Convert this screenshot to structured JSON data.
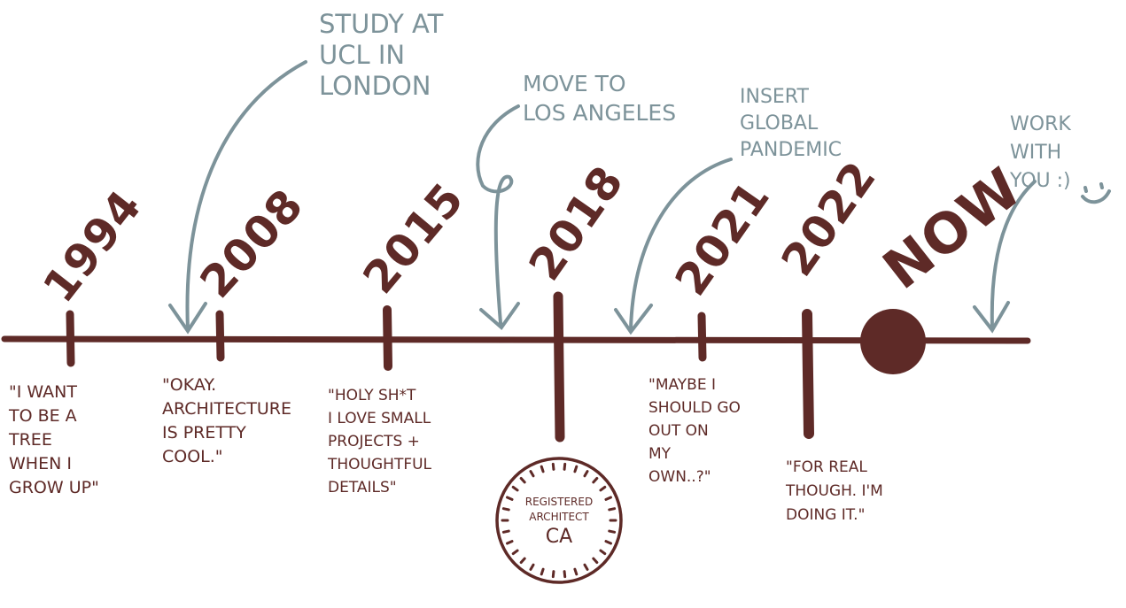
{
  "colors": {
    "primary": "#5e2a27",
    "annotation": "#7d939a"
  },
  "milestones": [
    {
      "year": "1994",
      "quote": "\"I want\nto be a\ntree\nwhen I\ngrow up\""
    },
    {
      "year": "2008",
      "quote": "\"Okay.\nArchitecture\nis pretty\ncool.\""
    },
    {
      "year": "2015",
      "quote": "\"Holy sh*t\nI love small\nprojects +\nthoughtful\ndetails\""
    },
    {
      "year": "2018",
      "stamp": {
        "line1": "Registered",
        "line2": "Architect",
        "line3": "CA"
      }
    },
    {
      "year": "2021",
      "quote": "\"Maybe I\nshould go\nout on\nmy\nown..?\""
    },
    {
      "year": "2022",
      "quote": "\"For real\nthough. I'm\ndoing it.\""
    },
    {
      "year": "Now"
    }
  ],
  "annotations": [
    {
      "text": "Study at\nUCL in\nLondon"
    },
    {
      "text": "Move to\nLos Angeles"
    },
    {
      "text": "Insert\nglobal\npandemic"
    },
    {
      "text": "Work\nwith\nyou :)"
    }
  ]
}
